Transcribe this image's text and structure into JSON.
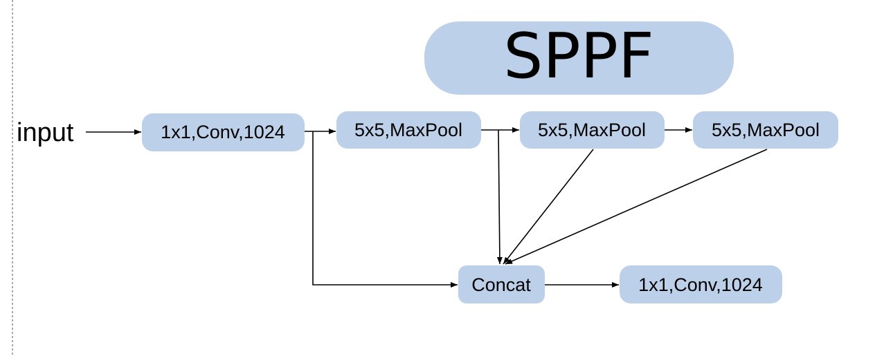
{
  "diagram": {
    "title": "SPPF",
    "input_label": "input",
    "node_fill": "#bdd0e9",
    "nodes": {
      "conv_in": "1x1,Conv,1024",
      "pool1": "5x5,MaxPool",
      "pool2": "5x5,MaxPool",
      "pool3": "5x5,MaxPool",
      "concat": "Concat",
      "conv_out": "1x1,Conv,1024"
    }
  }
}
